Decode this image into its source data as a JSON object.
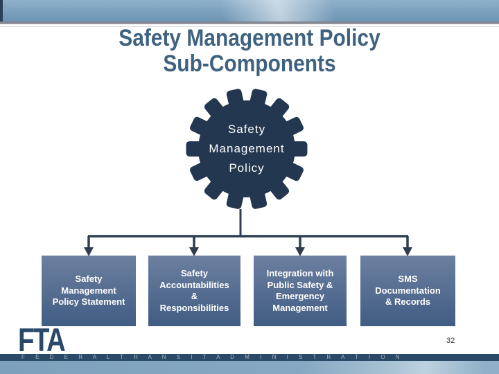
{
  "slide": {
    "title_lines": [
      "Safety Management Policy",
      "Sub-Components"
    ],
    "page_number": "32"
  },
  "gear": {
    "lines": [
      "Safety",
      "Management",
      "Policy"
    ]
  },
  "boxes": [
    {
      "lines": [
        "Safety",
        "Management",
        "Policy Statement"
      ]
    },
    {
      "lines": [
        "Safety",
        "Accountabilities",
        "&",
        "Responsibilities"
      ]
    },
    {
      "lines": [
        "Integration with",
        "Public Safety &",
        "Emergency",
        "Management"
      ]
    },
    {
      "lines": [
        "SMS",
        "Documentation",
        "& Records"
      ]
    }
  ],
  "footer": {
    "logo_text": "FTA",
    "logo_subtext": "F E D E R A L   T R A N S I T   A D M I N I S T R A T I O N"
  },
  "colors": {
    "title_text": "#3e627f",
    "gear": "#233750",
    "connector": "#2e3e50",
    "box_top": "#6c80a0",
    "box_bottom": "#415c83",
    "box_text": "#ffffff",
    "footer_navy": "#2b4a68",
    "fta_navy": "#29486a",
    "header_band": "#7ba0be",
    "footer_band": "#86a8c2"
  }
}
